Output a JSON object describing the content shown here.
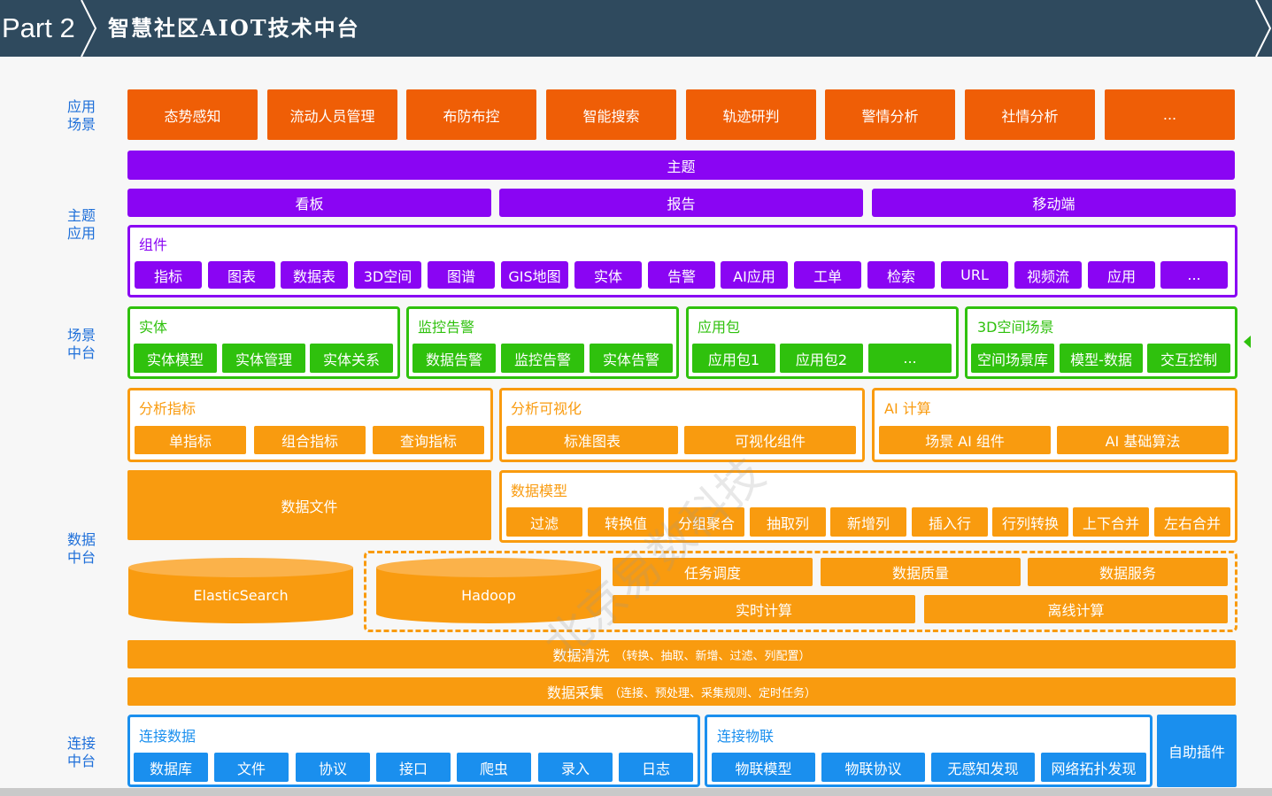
{
  "header": {
    "part": "Part 2",
    "title": "智慧社区AIOT技术中台"
  },
  "side_labels": [
    "应用场景",
    "主题应用",
    "场景中台",
    "数据中台",
    "连接中台"
  ],
  "app_scenarios": [
    "态势感知",
    "流动人员管理",
    "布防布控",
    "智能搜索",
    "轨迹研判",
    "警情分析",
    "社情分析",
    "..."
  ],
  "theme": {
    "main": "主题",
    "row": [
      "看板",
      "报告",
      "移动端"
    ],
    "components_label": "组件",
    "components": [
      "指标",
      "图表",
      "数据表",
      "3D空间",
      "图谱",
      "GIS地图",
      "实体",
      "告警",
      "AI应用",
      "工单",
      "检索",
      "URL",
      "视频流",
      "应用",
      "..."
    ]
  },
  "scene": [
    {
      "label": "实体",
      "items": [
        "实体模型",
        "实体管理",
        "实体关系"
      ]
    },
    {
      "label": "监控告警",
      "items": [
        "数据告警",
        "监控告警",
        "实体告警"
      ]
    },
    {
      "label": "应用包",
      "items": [
        "应用包1",
        "应用包2",
        "..."
      ]
    },
    {
      "label": "3D空间场景",
      "items": [
        "空间场景库",
        "模型-数据",
        "交互控制"
      ]
    }
  ],
  "analysis": [
    {
      "label": "分析指标",
      "items": [
        "单指标",
        "组合指标",
        "查询指标"
      ]
    },
    {
      "label": "分析可视化",
      "items": [
        "标准图表",
        "可视化组件"
      ]
    },
    {
      "label": "AI 计算",
      "items": [
        "场景 AI 组件",
        "AI 基础算法"
      ]
    }
  ],
  "data_file": "数据文件",
  "data_model": {
    "label": "数据模型",
    "items": [
      "过滤",
      "转换值",
      "分组聚合",
      "抽取列",
      "新增列",
      "插入行",
      "行列转换",
      "上下合并",
      "左右合并"
    ]
  },
  "storage": [
    "ElasticSearch",
    "Hadoop"
  ],
  "compute_row1": [
    "任务调度",
    "数据质量",
    "数据服务"
  ],
  "compute_row2": [
    "实时计算",
    "离线计算"
  ],
  "cleaning": {
    "title": "数据清洗",
    "detail": "（转换、抽取、新增、过滤、列配置）"
  },
  "collection": {
    "title": "数据采集",
    "detail": "（连接、预处理、采集规则、定时任务）"
  },
  "connect_data": {
    "label": "连接数据",
    "items": [
      "数据库",
      "文件",
      "协议",
      "接口",
      "爬虫",
      "录入",
      "日志"
    ]
  },
  "connect_iot": {
    "label": "连接物联",
    "items": [
      "物联模型",
      "物联协议",
      "无感知发现",
      "网络拓扑发现"
    ]
  },
  "plugin": "自助插件",
  "watermark": "北京易数科技",
  "colors": {
    "header": "#2f4a5e",
    "app": "#ef5e06",
    "purple": "#8a05f3",
    "green": "#2fc10d",
    "orange": "#f99b0f",
    "blue": "#1a8fee",
    "side_label": "#1e6fd9"
  }
}
